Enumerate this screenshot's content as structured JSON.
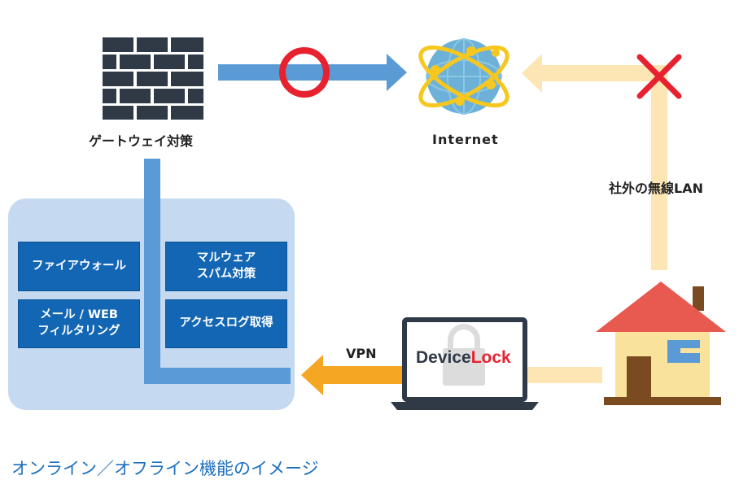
{
  "gateway": {
    "label": "ゲートウェイ対策",
    "icon": "brick-wall-icon"
  },
  "internet": {
    "label": "Internet",
    "icon": "globe-icon"
  },
  "wireless": {
    "label": "社外の無線LAN"
  },
  "vpn": {
    "label": "VPN"
  },
  "laptop": {
    "brand_device": "Device",
    "brand_lock": "Lock",
    "icon": "laptop-icon"
  },
  "house": {
    "icon": "house-icon"
  },
  "security_functions": [
    {
      "label": "ファイアウォール"
    },
    {
      "label": "マルウェア\nスパム対策"
    },
    {
      "label": "メール / WEB\nフィルタリング"
    },
    {
      "label": "アクセスログ取得"
    }
  ],
  "status": {
    "allowed": "circle-mark-icon",
    "blocked": "cross-mark-icon"
  },
  "caption": "オンライン／オフライン機能のイメージ",
  "colors": {
    "blue_arrow": "#5b9bd5",
    "pale_arrow": "#fde6b4",
    "vpn_arrow": "#f5a623",
    "button": "#1266b3",
    "panel": "#c5daf0",
    "circle": "#e8212e"
  }
}
